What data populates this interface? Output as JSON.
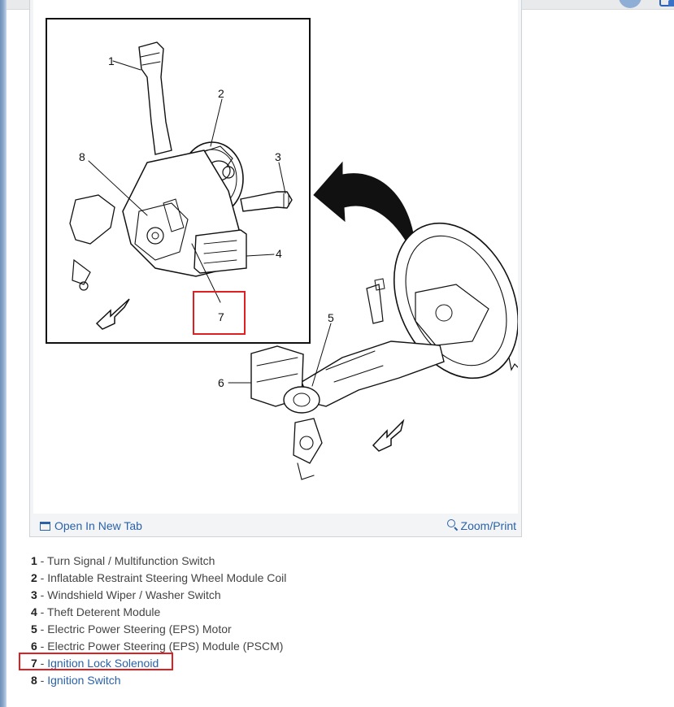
{
  "figure": {
    "callouts": [
      "1",
      "2",
      "3",
      "4",
      "5",
      "6",
      "7",
      "8"
    ],
    "toolbar": {
      "open_label": "Open In New Tab",
      "open_icon": "open-tab-icon",
      "zoom_label": "Zoom/Print",
      "zoom_icon": "magnifier-icon"
    }
  },
  "legend": [
    {
      "num": "1",
      "sep": " - ",
      "text": "Turn Signal / Multifunction Switch",
      "link": false
    },
    {
      "num": "2",
      "sep": " - ",
      "text": "Inflatable Restraint Steering Wheel Module Coil",
      "link": false
    },
    {
      "num": "3",
      "sep": " - ",
      "text": "Windshield Wiper / Washer Switch",
      "link": false
    },
    {
      "num": "4",
      "sep": " - ",
      "text": "Theft Deterent Module",
      "link": false
    },
    {
      "num": "5",
      "sep": " - ",
      "text": "Electric Power Steering (EPS) Motor",
      "link": false
    },
    {
      "num": "6",
      "sep": " - ",
      "text": "Electric Power Steering (EPS) Module (PSCM)",
      "link": false
    },
    {
      "num": "7",
      "sep": " - ",
      "text": "Ignition Lock Solenoid",
      "link": true
    },
    {
      "num": "8",
      "sep": " - ",
      "text": "Ignition Switch",
      "link": true
    }
  ],
  "colors": {
    "link": "#2a62a8",
    "highlight": "#e02020"
  }
}
